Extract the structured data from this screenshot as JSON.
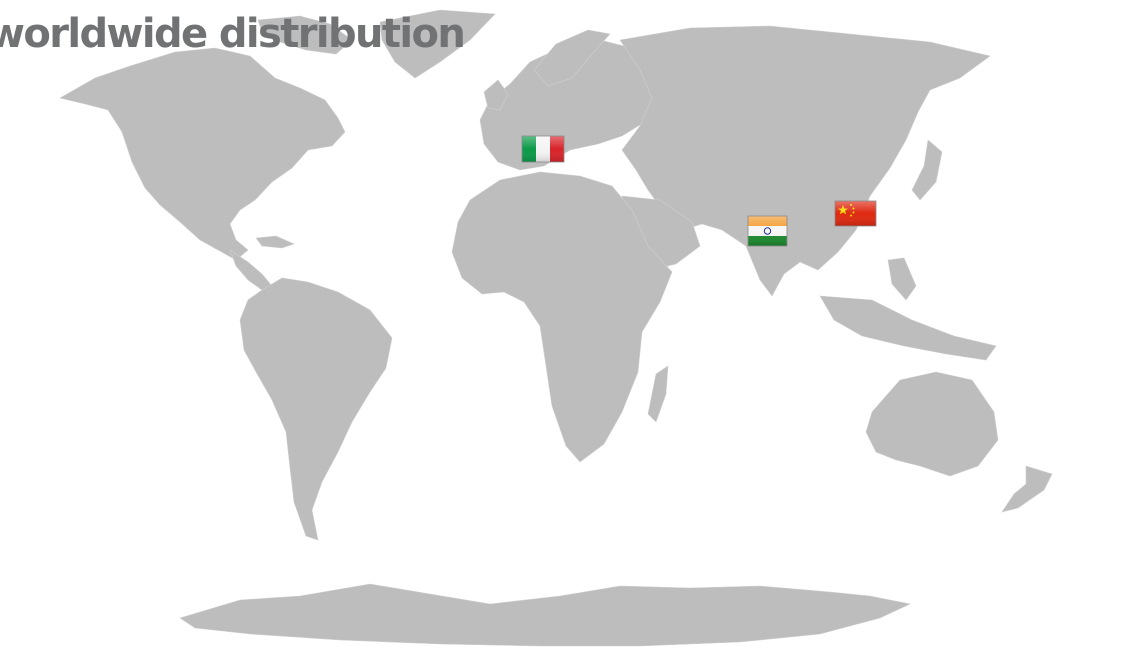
{
  "title": "worldwide distribution",
  "colors": {
    "land": "#bdbdbe",
    "ocean": "#ffffff",
    "title": "#717274"
  },
  "markers": [
    {
      "country": "Italy",
      "icon": "italy-flag-icon"
    },
    {
      "country": "India",
      "icon": "india-flag-icon"
    },
    {
      "country": "China",
      "icon": "china-flag-icon"
    }
  ]
}
